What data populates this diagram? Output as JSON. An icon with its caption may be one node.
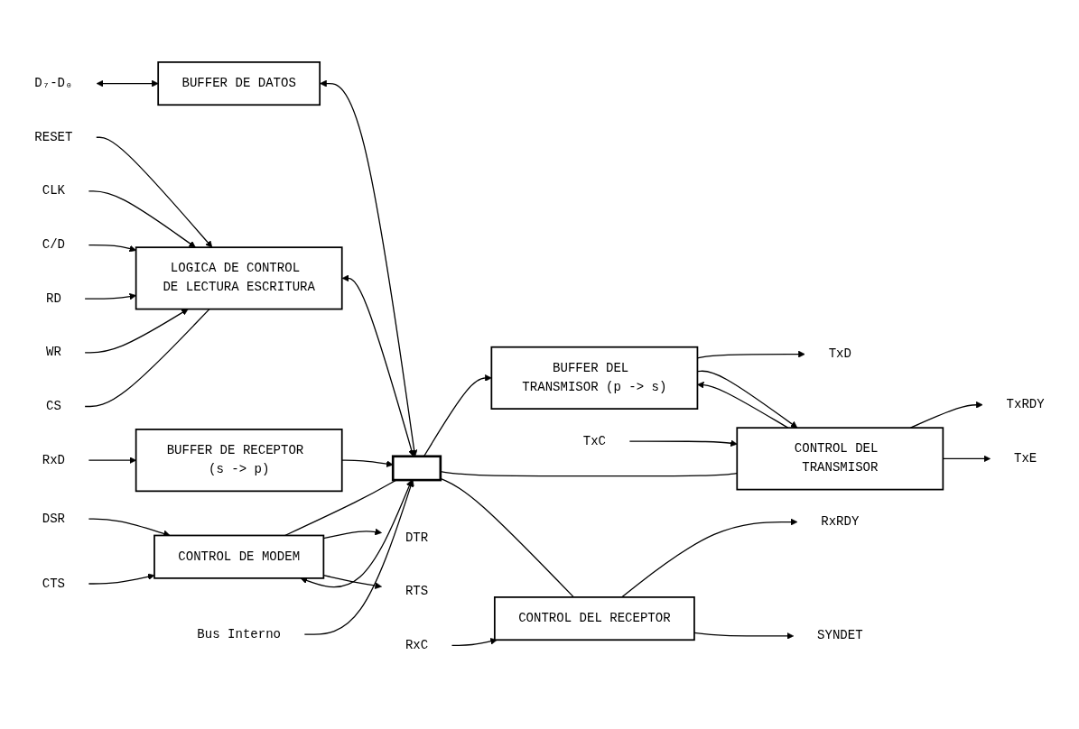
{
  "diagram": {
    "nodes": [
      {
        "text": [
          "D₇-D₀"
        ]
      },
      {
        "text": [
          "BUFFER DE DATOS"
        ]
      },
      {
        "text": [],
        "shape": "bar"
      },
      {
        "text": [
          "BUFFER DEL TRANSMISOR (p -> s)"
        ]
      },
      {
        "text": [
          "TxD"
        ]
      },
      {
        "text": [
          "RESET"
        ]
      },
      {
        "text": [
          "CLK"
        ]
      },
      {
        "text": [
          "C/D"
        ]
      },
      {
        "text": [
          "RD"
        ]
      },
      {
        "text": [
          "WR"
        ]
      },
      {
        "text": [
          "LOGICA DE CONTROL DE LECTURA ESCRITURA"
        ]
      },
      {
        "text": [
          "CONTROL DEL TRANSMISOR"
        ]
      },
      {
        "text": [
          "TxRDY"
        ]
      },
      {
        "text": [
          "TxE"
        ]
      },
      {
        "text": [
          "TxC"
        ]
      },
      {
        "text": [
          "CS"
        ]
      },
      {
        "text": [
          "DSR"
        ]
      },
      {
        "text": [
          "DTR"
        ]
      },
      {
        "text": [
          "CTS"
        ]
      },
      {
        "text": [
          "RTS"
        ]
      },
      {
        "text": [
          "CONTROL DE MODEM"
        ]
      },
      {
        "text": [
          "BUFFER DE RECEPTOR (s -> p)"
        ]
      },
      {
        "text": [
          "RxD"
        ]
      },
      {
        "text": [
          "CONTROL DEL RECEPTOR"
        ]
      },
      {
        "text": [
          "RxRDY"
        ]
      },
      {
        "text": [
          "RxC"
        ]
      },
      {
        "text": [
          "SYNDET"
        ]
      },
      {
        "text": [
          "Bus Interno"
        ]
      }
    ],
    "edges": [
      {
        "from": 0,
        "to": 1,
        "arrow": "both"
      },
      {
        "from": 1,
        "to": 2,
        "arrow": "both"
      },
      {
        "from": 2,
        "to": 3,
        "arrow": "to"
      },
      {
        "from": 3,
        "to": 4,
        "arrow": "to"
      },
      {
        "from": 5,
        "to": 10,
        "arrow": "to"
      },
      {
        "from": 6,
        "to": 10,
        "arrow": "to"
      },
      {
        "from": 7,
        "to": 10,
        "arrow": "to"
      },
      {
        "from": 8,
        "to": 10,
        "arrow": "to"
      },
      {
        "from": 9,
        "to": 10,
        "arrow": "to"
      },
      {
        "from": 10,
        "to": 2,
        "arrow": "both"
      },
      {
        "from": 11,
        "to": 3,
        "arrow": "to"
      },
      {
        "from": 3,
        "to": 11,
        "arrow": "to"
      },
      {
        "from": 11,
        "to": 12,
        "arrow": "to"
      },
      {
        "from": 11,
        "to": 13,
        "arrow": "to"
      },
      {
        "from": 14,
        "to": 11,
        "arrow": "to"
      },
      {
        "from": 15,
        "to": 10,
        "arrow": "none"
      },
      {
        "from": 20,
        "to": 2,
        "arrow": "none"
      },
      {
        "from": 2,
        "to": 11,
        "arrow": "none"
      },
      {
        "from": 2,
        "to": 23,
        "arrow": "none"
      },
      {
        "from": 16,
        "to": 20,
        "arrow": "to"
      },
      {
        "from": 20,
        "to": 17,
        "arrow": "to"
      },
      {
        "from": 18,
        "to": 20,
        "arrow": "to"
      },
      {
        "from": 20,
        "to": 19,
        "arrow": "to"
      },
      {
        "from": 20,
        "to": 2,
        "arrow": "both"
      },
      {
        "from": 21,
        "to": 2,
        "arrow": "to"
      },
      {
        "from": 22,
        "to": 21,
        "arrow": "to"
      },
      {
        "from": 23,
        "to": 24,
        "arrow": "to"
      },
      {
        "from": 25,
        "to": 23,
        "arrow": "to"
      },
      {
        "from": 23,
        "to": 26,
        "arrow": "to"
      },
      {
        "from": 27,
        "to": 2,
        "arrow": "to"
      }
    ]
  }
}
